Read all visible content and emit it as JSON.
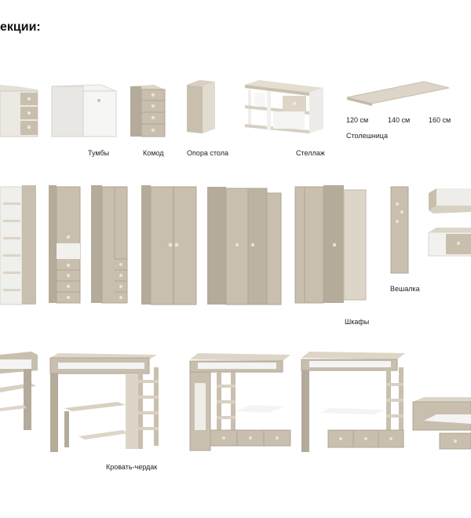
{
  "heading": "екции:",
  "labels": {
    "tumby": "Тумбы",
    "komod": "Комод",
    "opora": "Опора стола",
    "stellazh": "Стеллаж",
    "w120": "120 см",
    "w140": "140 см",
    "w160": "160 см",
    "stoleshnica": "Столешница",
    "veshalka": "Вешалка",
    "shkafy": "Шкафы",
    "krovat": "Кровать-чердак"
  },
  "colors": {
    "beige": "#c9bfae",
    "beige_dark": "#a99f8f",
    "beige_light": "#ddd5c7",
    "white_panel": "#f2f2f0",
    "mattress": "#f4f4f4"
  }
}
